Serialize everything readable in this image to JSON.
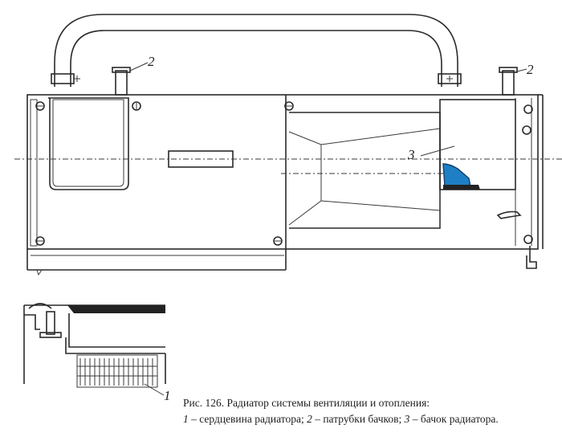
{
  "figure": {
    "accent_color": "#1f7fc4",
    "callouts": [
      {
        "id": "1",
        "label": "1"
      },
      {
        "id": "2a",
        "label": "2"
      },
      {
        "id": "2b",
        "label": "2"
      },
      {
        "id": "3",
        "label": "3"
      }
    ]
  },
  "caption": {
    "line1": "Рис. 126. Радиатор системы вентиляции и отопления:",
    "line2_n1": "1",
    "line2_t1": " – сердцевина радиатора; ",
    "line2_n2": "2",
    "line2_t2": " – патрубки бачков; ",
    "line2_n3": "3",
    "line2_t3": " – бачок радиатора."
  }
}
